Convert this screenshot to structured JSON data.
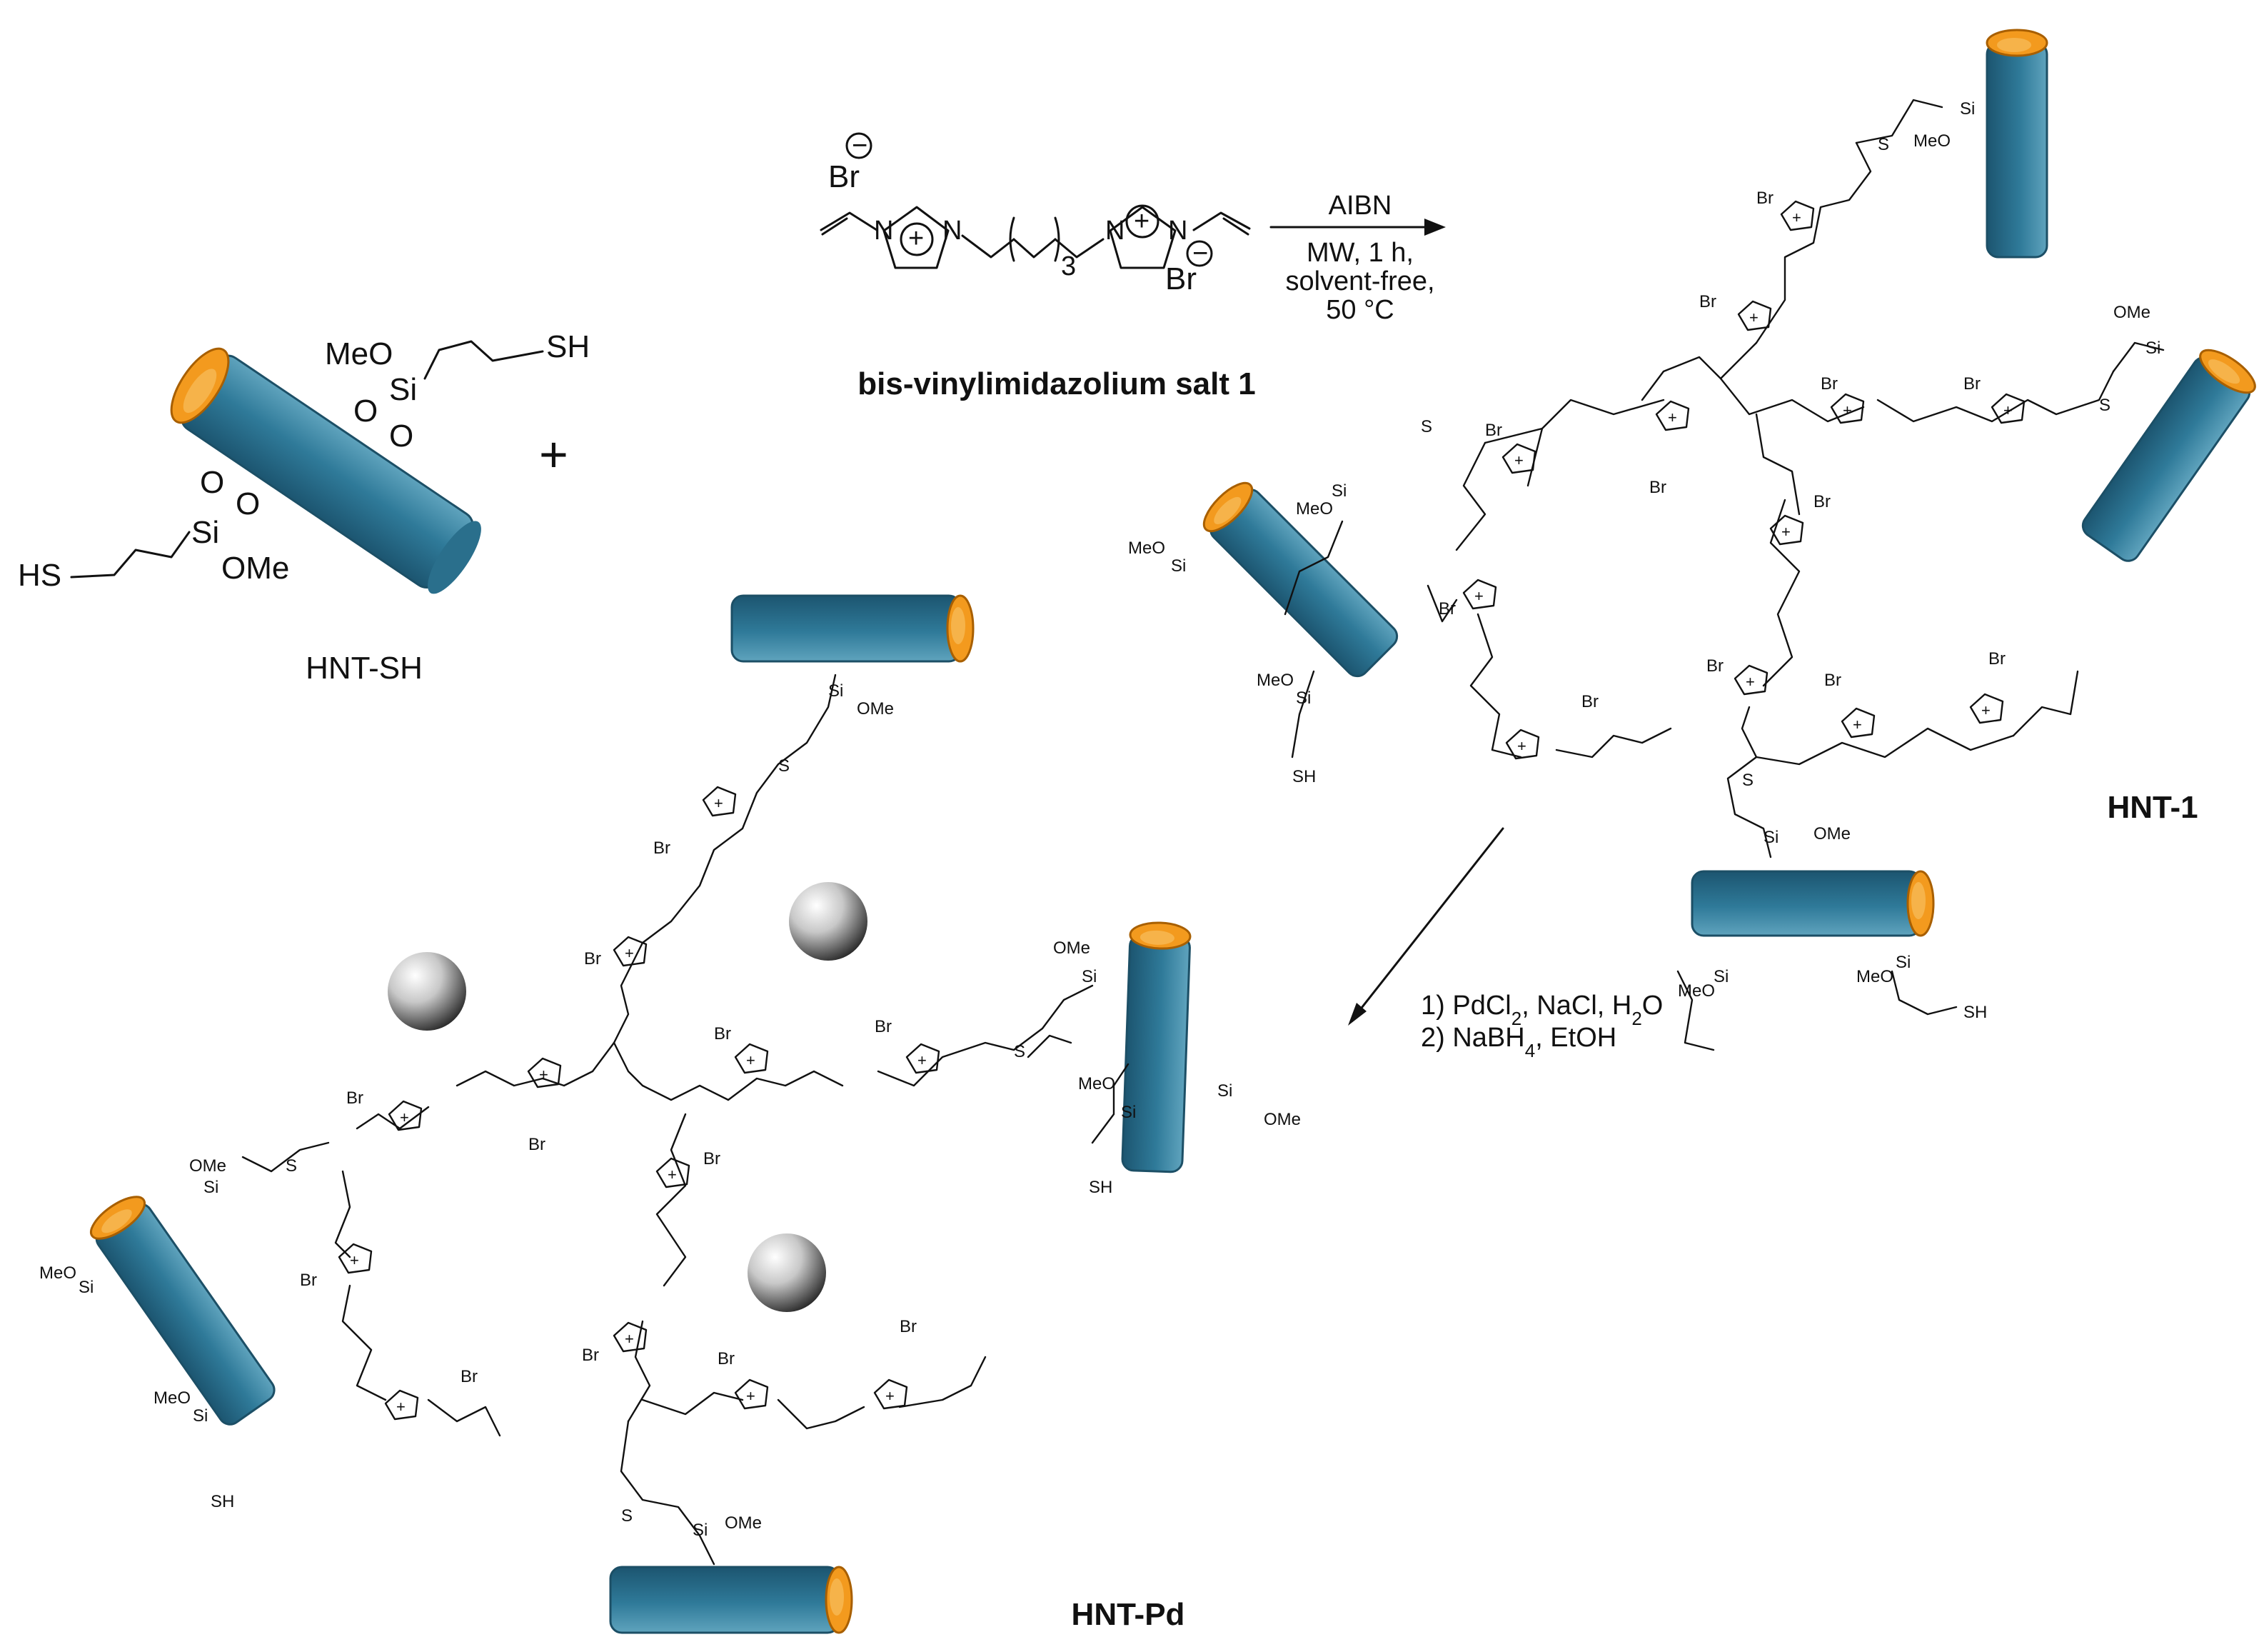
{
  "colors": {
    "tube_body": "#2f7a99",
    "tube_body_dark": "#1e5a73",
    "tube_end": "#f39a1e",
    "tube_end_inner": "#f6b34a",
    "ink": "#111111"
  },
  "labels": {
    "reagent_name": "bis-vinylimidazolium salt 1",
    "hnt_sh": "HNT-SH",
    "hnt_1": "HNT-1",
    "hnt_pd": "HNT-Pd",
    "plus": "+"
  },
  "step1_conditions": {
    "line1": "AIBN",
    "line2": "MW, 1 h,",
    "line3": "solvent-free,",
    "line4": "50 °C"
  },
  "step2_conditions": {
    "line1_main": "1) PdCl",
    "line1_sub": "2",
    "line1_rest": ", NaCl, H",
    "line1_sub2": "2",
    "line1_end": "O",
    "line2_main": "2) NaBH",
    "line2_sub": "4",
    "line2_rest": ", EtOH"
  },
  "atoms": {
    "br": "Br",
    "n": "N",
    "s": "S",
    "si": "Si",
    "o": "O",
    "ome": "OMe",
    "meo": "MeO",
    "sh": "SH",
    "hs": "HS",
    "plus_sign": "+",
    "minus_sign": "−",
    "repeat_3": "3"
  }
}
